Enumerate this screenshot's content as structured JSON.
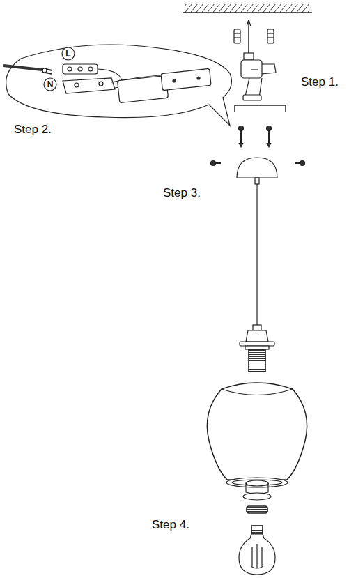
{
  "diagram": {
    "nodes": [
      {
        "text": [
          "L"
        ]
      },
      {
        "text": [
          "N"
        ]
      }
    ],
    "labels": [
      "Step 1.",
      "Step 2.",
      "Step 3.",
      "Step 4."
    ]
  }
}
